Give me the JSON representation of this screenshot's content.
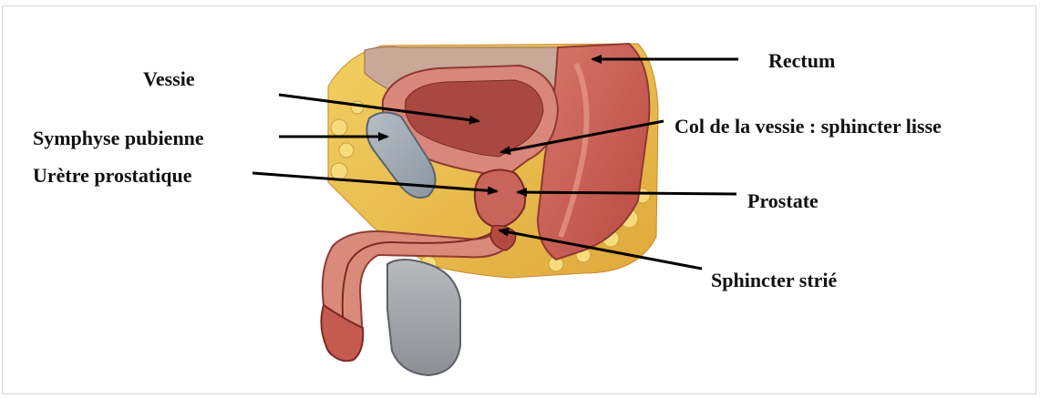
{
  "labels": {
    "vessie": "Vessie",
    "symphyse": "Symphyse pubienne",
    "uretre": "Urètre prostatique",
    "rectum": "Rectum",
    "col_vessie": "Col de la vessie : sphincter lisse",
    "prostate": "Prostate",
    "sphincter_strie": "Sphincter strié"
  }
}
